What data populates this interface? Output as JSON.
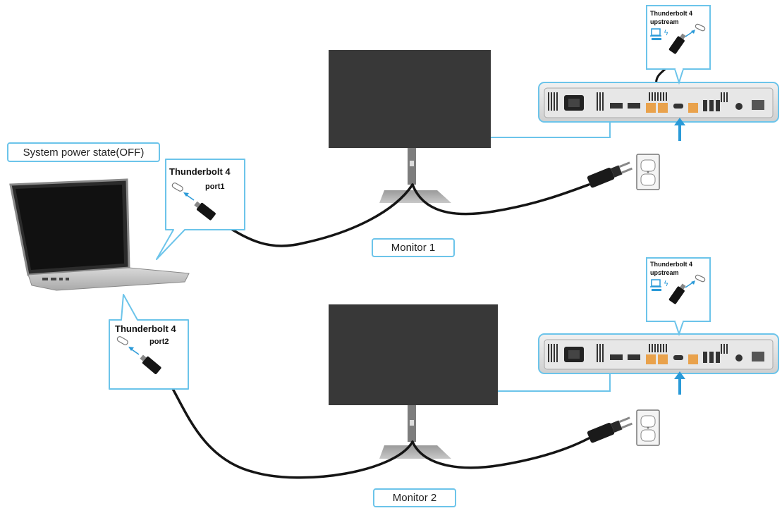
{
  "system_state": "System power state(OFF)",
  "laptop_ports": {
    "port1": {
      "title": "Thunderbolt 4",
      "port": "port1"
    },
    "port2": {
      "title": "Thunderbolt 4",
      "port": "port2"
    }
  },
  "monitors": [
    {
      "label": "Monitor 1",
      "upstream_title": "Thunderbolt 4",
      "upstream_sub": "upstream"
    },
    {
      "label": "Monitor 2",
      "upstream_title": "Thunderbolt 4",
      "upstream_sub": "upstream"
    }
  ],
  "colors": {
    "callout_border": "#6cc4ea",
    "arrow_blue": "#2a9ad8",
    "port_orange": "#e9a24c",
    "monitor_screen": "#3a3a3a",
    "cable": "#151515"
  }
}
